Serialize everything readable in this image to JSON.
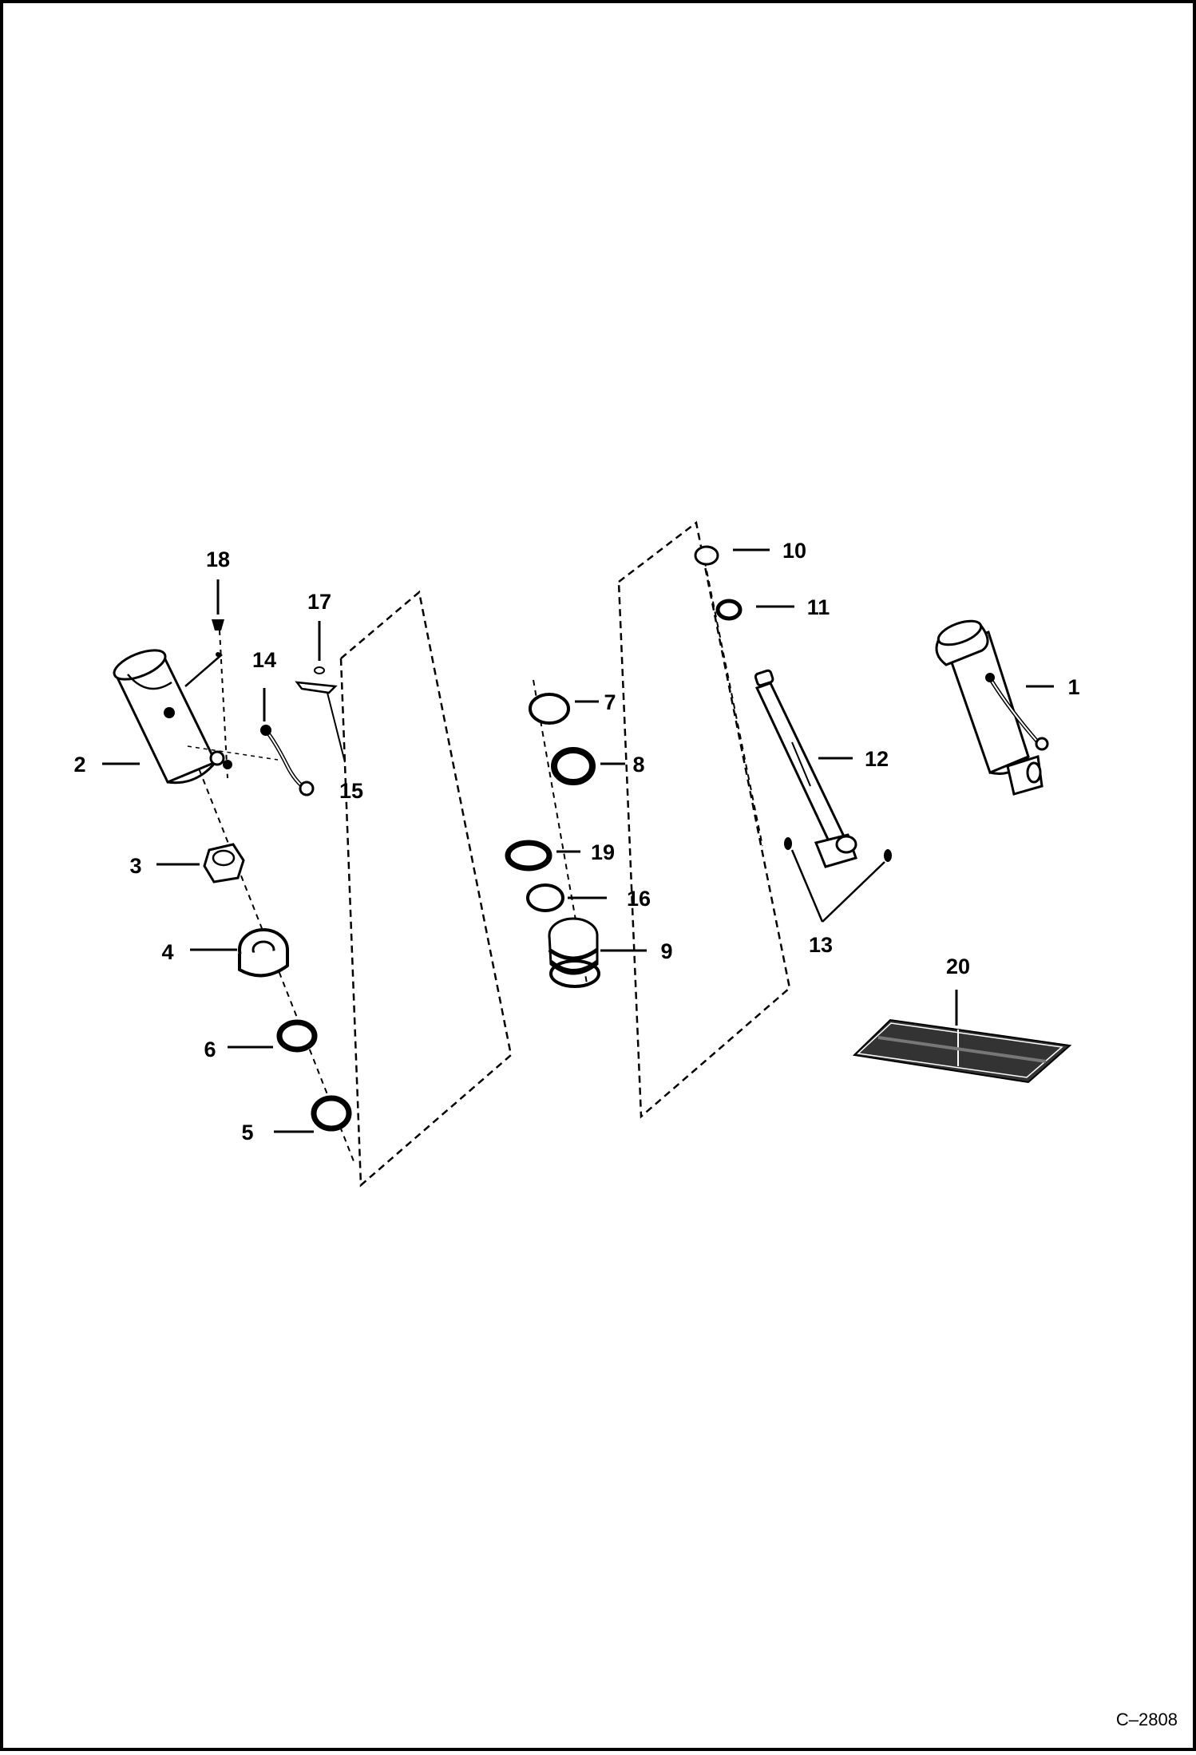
{
  "diagram": {
    "drawing_code": "C–2808",
    "parts": [
      {
        "id": "p1",
        "label": "1"
      },
      {
        "id": "p2",
        "label": "2"
      },
      {
        "id": "p3",
        "label": "3"
      },
      {
        "id": "p4",
        "label": "4"
      },
      {
        "id": "p5",
        "label": "5"
      },
      {
        "id": "p6",
        "label": "6"
      },
      {
        "id": "p7",
        "label": "7"
      },
      {
        "id": "p8",
        "label": "8"
      },
      {
        "id": "p9",
        "label": "9"
      },
      {
        "id": "p10",
        "label": "10"
      },
      {
        "id": "p11",
        "label": "11"
      },
      {
        "id": "p12",
        "label": "12"
      },
      {
        "id": "p13",
        "label": "13"
      },
      {
        "id": "p14",
        "label": "14"
      },
      {
        "id": "p15",
        "label": "15"
      },
      {
        "id": "p16",
        "label": "16"
      },
      {
        "id": "p17",
        "label": "17"
      },
      {
        "id": "p18",
        "label": "18"
      },
      {
        "id": "p19",
        "label": "19"
      },
      {
        "id": "p20",
        "label": "20"
      }
    ]
  }
}
